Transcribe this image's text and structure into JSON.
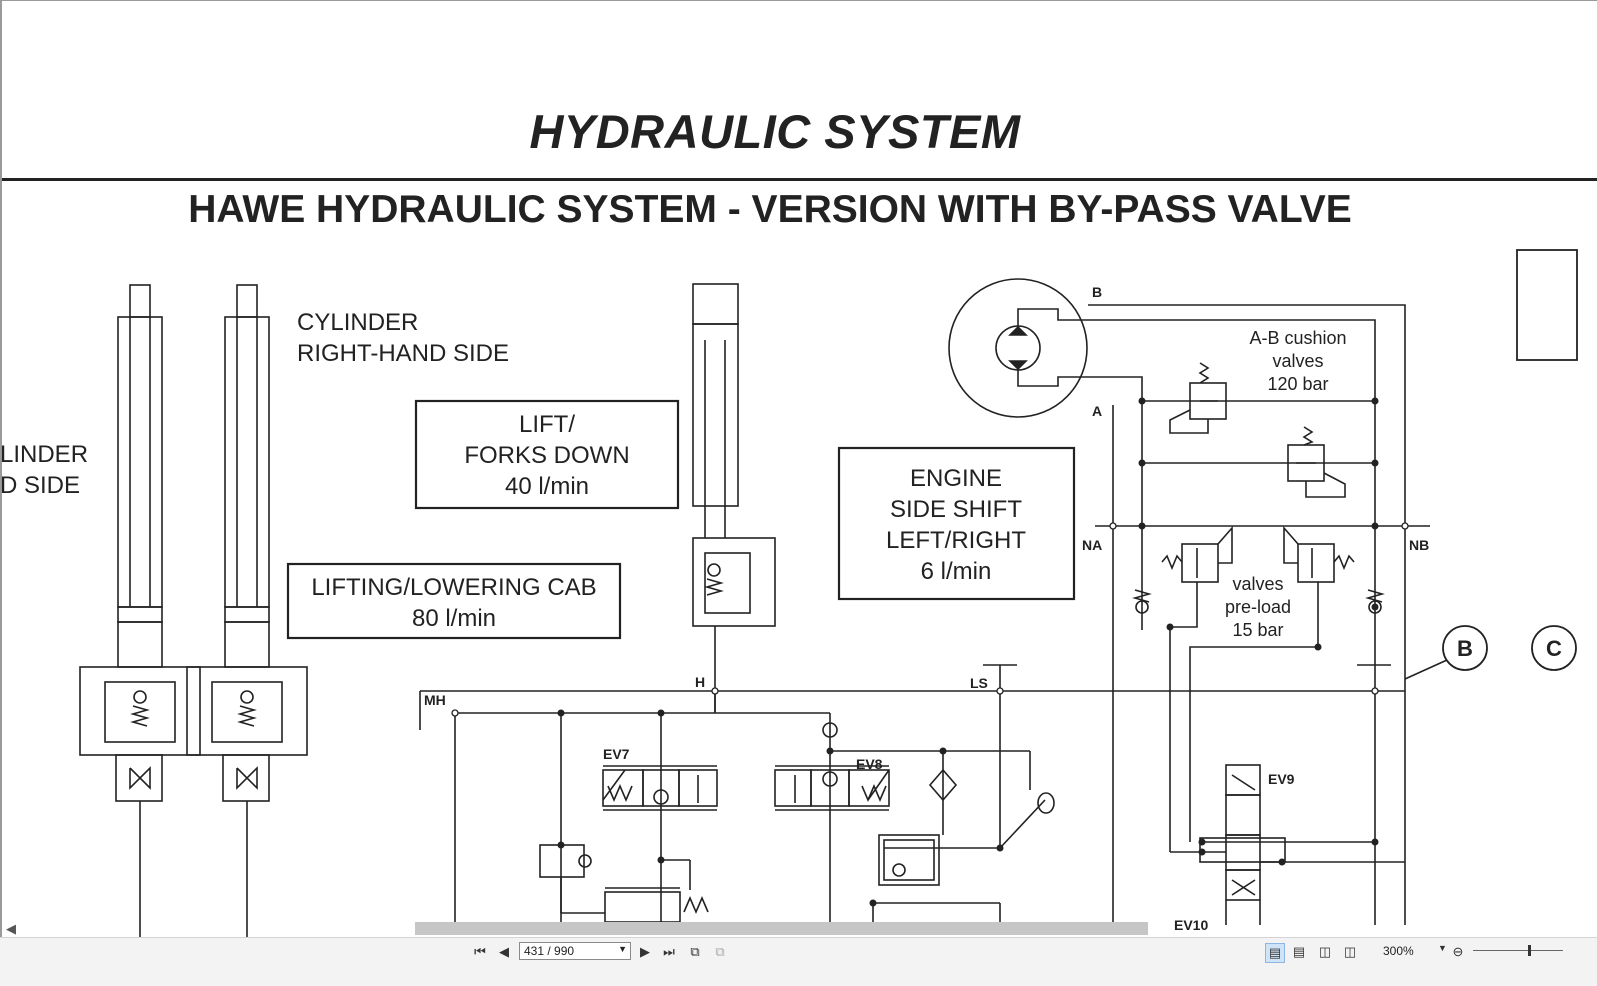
{
  "document": {
    "title": "HYDRAULIC SYSTEM",
    "subtitle": "HAWE HYDRAULIC SYSTEM - VERSION WITH BY-PASS VALVE"
  },
  "diagram": {
    "cyl_left_line1": "LINDER",
    "cyl_left_line2": "D SIDE",
    "cyl_right_line1": "CYLINDER",
    "cyl_right_line2": "RIGHT-HAND SIDE",
    "lift_line1": "LIFT/",
    "lift_line2": "FORKS DOWN",
    "lift_line3": "40 l/min",
    "cab_line1": "LIFTING/LOWERING CAB",
    "cab_line2": "80 l/min",
    "engine_line1": "ENGINE",
    "engine_line2": "SIDE SHIFT",
    "engine_line3": "LEFT/RIGHT",
    "engine_line4": "6 l/min",
    "cushion_line1": "A-B cushion",
    "cushion_line2": "valves",
    "cushion_line3": "120 bar",
    "preload_line1": "valves",
    "preload_line2": "pre-load",
    "preload_line3": "15 bar",
    "port_b": "B",
    "port_a": "A",
    "port_na": "NA",
    "port_nb": "NB",
    "port_mh": "MH",
    "port_h": "H",
    "port_ls": "LS",
    "valve_ev7": "EV7",
    "valve_ev8": "EV8",
    "valve_ev9": "EV9",
    "valve_ev10": "EV10",
    "circle_b": "B",
    "circle_c": "C"
  },
  "toolbar": {
    "page_indicator": "431 / 990",
    "zoom_level": "300%"
  }
}
